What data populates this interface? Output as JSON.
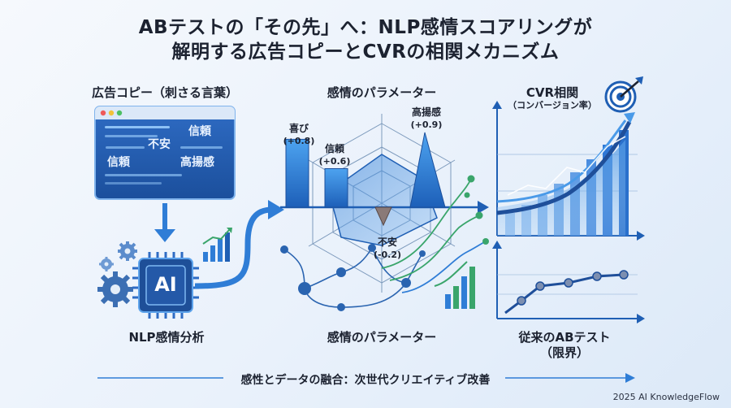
{
  "title": {
    "line1": "ABテストの「その先」へ：NLP感情スコアリングが",
    "line2": "解明する広告コピーとCVRの相関メカニズム"
  },
  "left": {
    "ad_copy_label": "広告コピー（刺さる言葉）",
    "copy_words": [
      "信頼",
      "不安",
      "信頼",
      "高揚感"
    ],
    "ai_chip_text": "AI",
    "nlp_label": "NLP感情分析"
  },
  "middle": {
    "top_label": "感情のパラメーター",
    "bottom_label": "感情のパラメーター",
    "params": [
      {
        "name": "喜び",
        "score": "(+0.8)",
        "value": 0.8
      },
      {
        "name": "信頼",
        "score": "(+0.6)",
        "value": 0.6
      },
      {
        "name": "高揚感",
        "score": "(+0.9)",
        "value": 0.9
      },
      {
        "name": "不安",
        "score": "(-0.2)",
        "value": -0.2
      }
    ]
  },
  "right": {
    "cvr_label": "CVR相関",
    "cvr_sublabel": "（コンバージョン率）",
    "ab_label": "従来のABテスト",
    "ab_sublabel": "（限界）"
  },
  "footer": {
    "text": "感性とデータの融合：次世代クリエイティブ改善",
    "credit": "2025 AI KnowledgeFlow"
  },
  "colors": {
    "primary": "#1f5fb4",
    "accent": "#3a8ee0",
    "green": "#3aa56b",
    "dark": "#1c2230",
    "target_red": "#1f5fb4"
  }
}
